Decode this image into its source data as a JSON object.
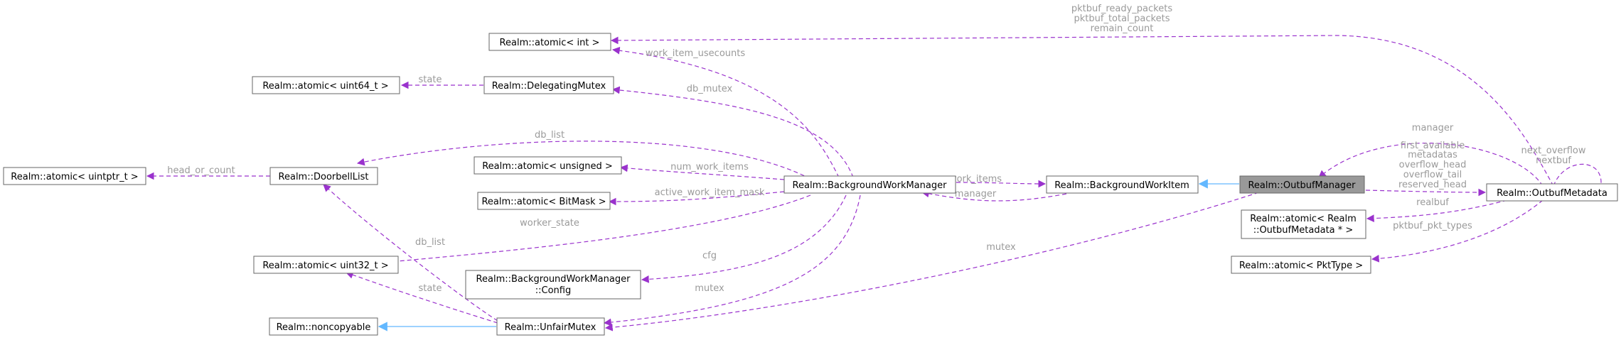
{
  "nodes": {
    "atomic_int": "Realm::atomic< int >",
    "atomic_uint64": "Realm::atomic< uint64_t >",
    "delegating_mutex": "Realm::DelegatingMutex",
    "atomic_uintptr": "Realm::atomic< uintptr_t >",
    "doorbell_list": "Realm::DoorbellList",
    "atomic_unsigned": "Realm::atomic< unsigned >",
    "atomic_bitmask": "Realm::atomic< BitMask >",
    "atomic_uint32": "Realm::atomic< uint32_t >",
    "bwm_config_1": "Realm::BackgroundWorkManager",
    "bwm_config_2": "::Config",
    "noncopyable": "Realm::noncopyable",
    "unfair_mutex": "Realm::UnfairMutex",
    "bwm": "Realm::BackgroundWorkManager",
    "bwi": "Realm::BackgroundWorkItem",
    "outbuf_manager": "Realm::OutbufManager",
    "outbuf_metadata": "Realm::OutbufMetadata",
    "atomic_outbuf_meta_1": "Realm::atomic< Realm",
    "atomic_outbuf_meta_2": "::OutbufMetadata * >",
    "atomic_pkttype": "Realm::atomic< PktType >"
  },
  "labels": {
    "pktbuf_ready_packets": "pktbuf_ready_packets",
    "pktbuf_total_packets": "pktbuf_total_packets",
    "remain_count": "remain_count",
    "work_item_usecounts": "work_item_usecounts",
    "state_uint64": "state",
    "db_mutex": "db_mutex",
    "head_or_count": "head_or_count",
    "db_list_top": "db_list",
    "num_work_items": "num_work_items",
    "active_work_item_mask": "active_work_item_mask",
    "worker_state": "worker_state",
    "cfg": "cfg",
    "db_list_bottom": "db_list",
    "state_uint32": "state",
    "mutex_bwm": "mutex",
    "mutex_outbuf": "mutex",
    "work_items": "work_items",
    "manager_bwi": "manager",
    "manager_meta": "manager",
    "first_available": "first_available",
    "metadatas": "metadatas",
    "overflow_head": "overflow_head",
    "overflow_tail": "overflow_tail",
    "reserved_head": "reserved_head",
    "next_overflow": "next_overflow",
    "nextbuf": "nextbuf",
    "realbuf": "realbuf",
    "pktbuf_pkt_types": "pktbuf_pkt_types"
  },
  "colors": {
    "usage_edge": "#9a32cd",
    "inheritance_edge": "#63b8ff",
    "focus_fill": "#999999",
    "label_text": "#9a9a9a"
  }
}
